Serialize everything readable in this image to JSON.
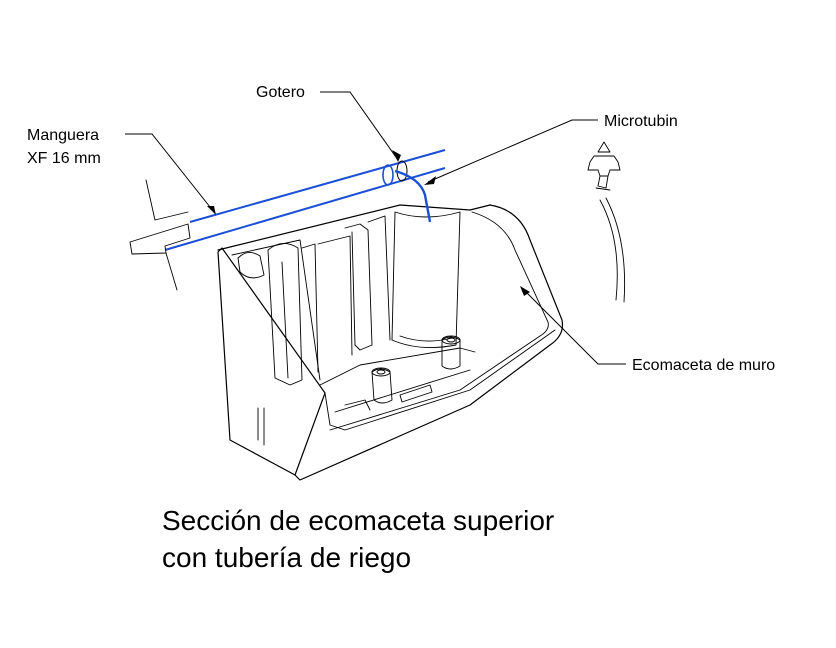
{
  "labels": {
    "gotero": "Gotero",
    "microtubin": "Microtubin",
    "manguera_line1": "Manguera",
    "manguera_line2": "XF 16 mm",
    "ecomaceta": "Ecomaceta de muro"
  },
  "caption": {
    "line1": "Sección de ecomaceta superior",
    "line2": "con tubería de riego"
  },
  "colors": {
    "tubing": "#1a4fd6",
    "line": "#000000"
  }
}
